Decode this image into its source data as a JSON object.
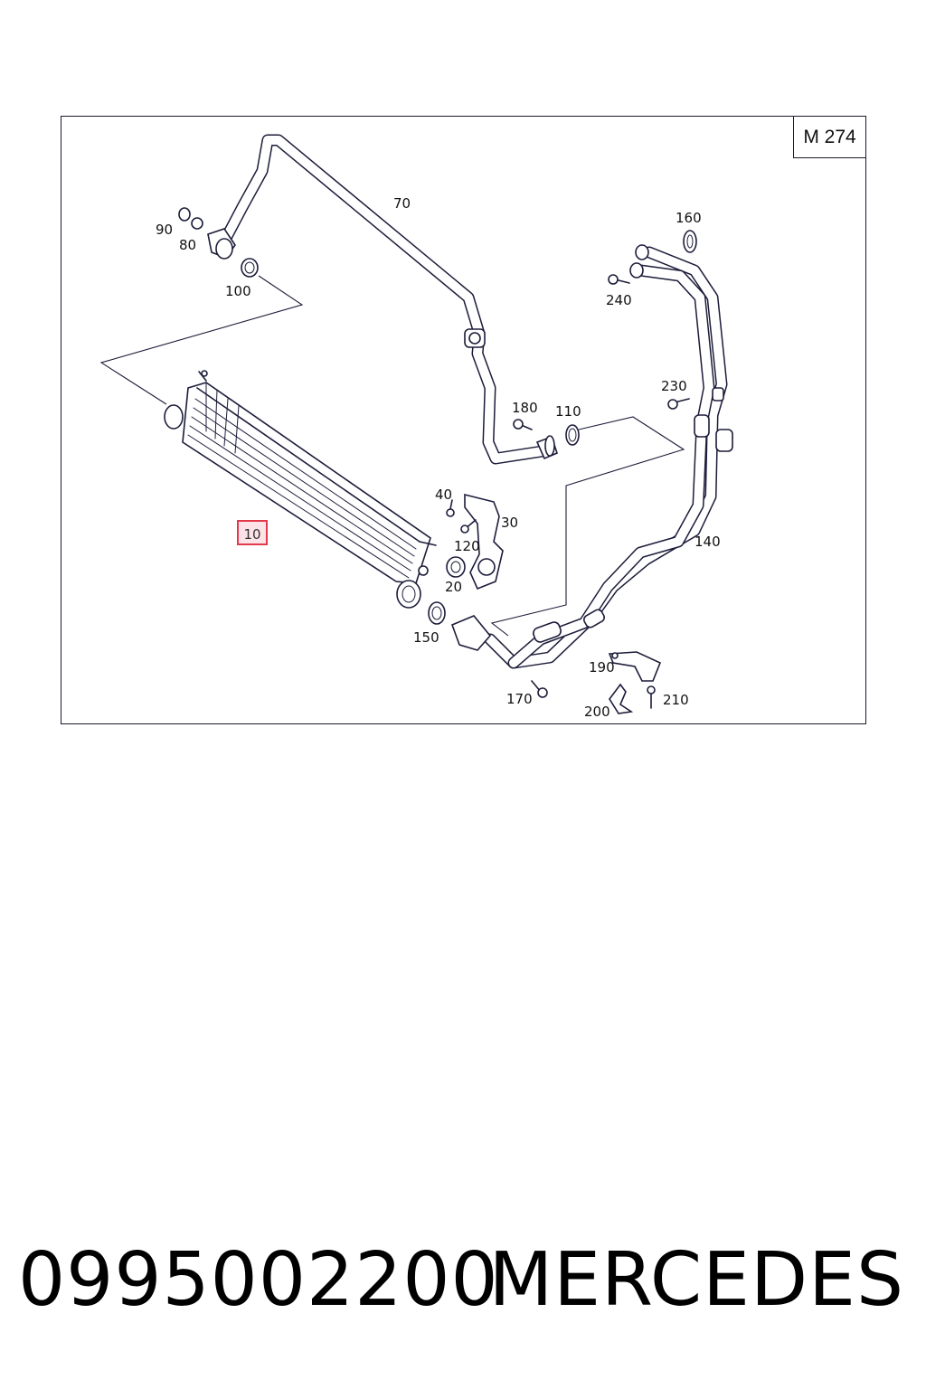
{
  "diagram": {
    "engine_code": "M 274",
    "highlighted_part": "10",
    "callouts": {
      "p70": "70",
      "p90": "90",
      "p80": "80",
      "p100": "100",
      "p160": "160",
      "p240": "240",
      "p230": "230",
      "p180": "180",
      "p110": "110",
      "p40": "40",
      "p30": "30",
      "p120": "120",
      "p20": "20",
      "p140": "140",
      "p150": "150",
      "p190": "190",
      "p170": "170",
      "p200": "200",
      "p210": "210"
    },
    "colors": {
      "ink": "#1c1c3a",
      "highlight_border": "#e23a4a",
      "highlight_fill": "#fde3e7"
    }
  },
  "caption": {
    "part_number": "0995002200",
    "brand": "MERCEDES"
  }
}
